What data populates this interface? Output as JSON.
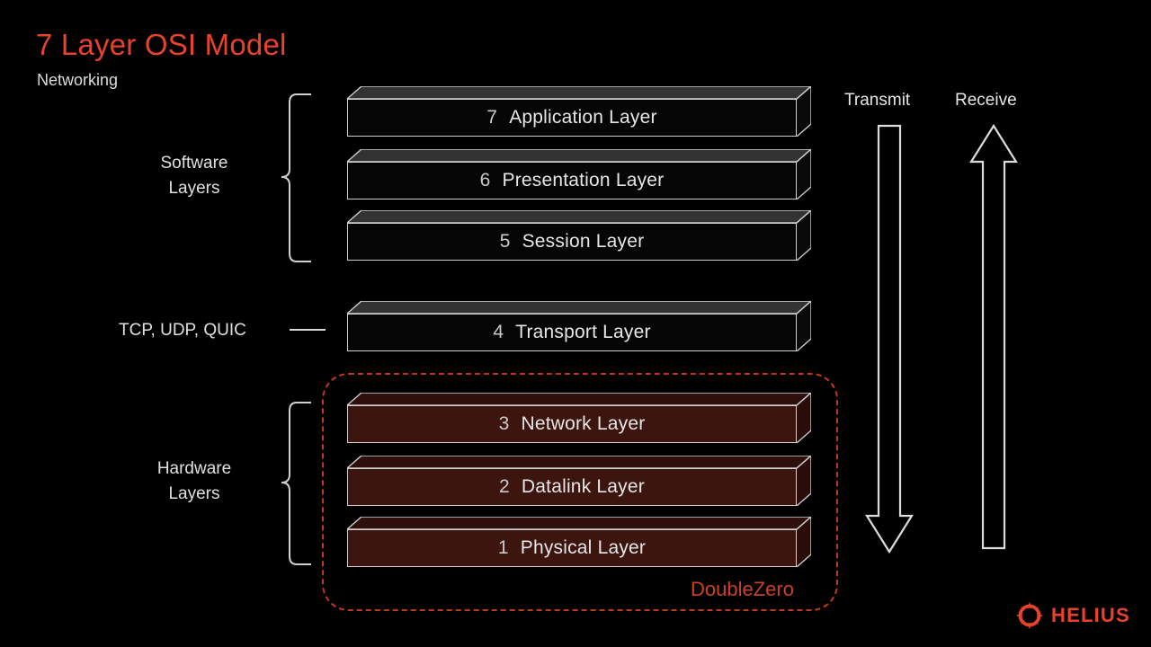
{
  "header": {
    "title": "7 Layer OSI Model",
    "subtitle": "Networking",
    "title_color": "#e8422a"
  },
  "groups": {
    "software": {
      "label": "Software\nLayers"
    },
    "hardware": {
      "label": "Hardware\nLayers"
    },
    "transport_note": {
      "label": "TCP, UDP, QUIC"
    }
  },
  "flow": {
    "transmit_label": "Transmit",
    "receive_label": "Receive"
  },
  "region": {
    "label": "DoubleZero",
    "color": "#cb4026"
  },
  "brand": {
    "wordmark": "HELIUS",
    "icon": "sunburst-icon",
    "color": "#e8422a"
  },
  "layers": [
    {
      "num": "7",
      "name": "Application Layer",
      "group": "software"
    },
    {
      "num": "6",
      "name": "Presentation Layer",
      "group": "software"
    },
    {
      "num": "5",
      "name": "Session Layer",
      "group": "software"
    },
    {
      "num": "4",
      "name": "Transport Layer",
      "group": "transport"
    },
    {
      "num": "3",
      "name": "Network Layer",
      "group": "hardware"
    },
    {
      "num": "2",
      "name": "Datalink Layer",
      "group": "hardware"
    },
    {
      "num": "1",
      "name": "Physical Layer",
      "group": "hardware"
    }
  ]
}
